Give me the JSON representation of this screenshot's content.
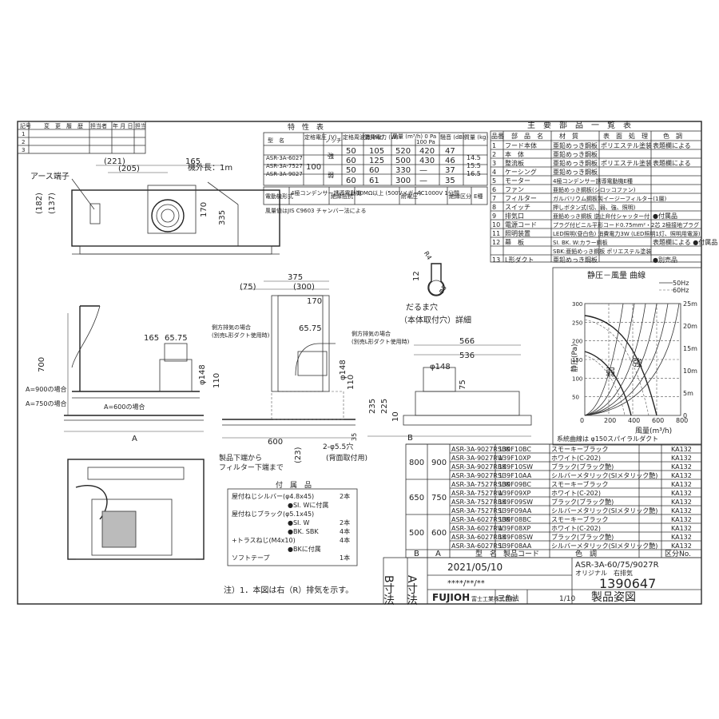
{
  "revision_block": {
    "headers": [
      "記号",
      "変　更　履　歴",
      "担当者",
      "年 月 日",
      "担当"
    ],
    "rows": [
      "1",
      "2",
      "3"
    ]
  },
  "spec_table": {
    "title": "特　性　表",
    "headers": [
      "型　名",
      "定格電圧 (V)",
      "ノッチ",
      "定格周波数 (Hz)",
      "消費電力 (W)",
      "風量 (m³/h) 0 Pa",
      "100 Pa",
      "騒音 (dB)",
      "質量 (kg)"
    ],
    "models": [
      "ASR-3A-6027",
      "ASR-3A-7527",
      "ASR-3A-9027"
    ],
    "voltage": "100",
    "notch_strong": "強",
    "notch_weak": "弱",
    "rows": [
      [
        "50",
        "105",
        "520",
        "420",
        "47"
      ],
      [
        "60",
        "125",
        "500",
        "430",
        "46"
      ],
      [
        "50",
        "60",
        "330",
        "—",
        "37"
      ],
      [
        "60",
        "61",
        "300",
        "—",
        "35"
      ]
    ],
    "mass": [
      "14.5",
      "15.5",
      "16.5"
    ],
    "footer": [
      "電動機形式",
      "4極コンデンサー誘導電動機",
      "絶縁抵抗",
      "10MΩ以上 (500Vメガー)",
      "耐電圧",
      "AC1000V 1分間",
      "絶縁区分",
      "E種"
    ],
    "note": "風量値はJIS C9603 チャンバー法による"
  },
  "parts_table": {
    "title": "主　要　部　品　一　覧　表",
    "headers": [
      "品番",
      "部　品　名",
      "材　質",
      "表　面　処　理",
      "色　調"
    ],
    "rows": [
      [
        "1",
        "フード本体",
        "亜鉛めっき鋼板",
        "ポリエステル塗装",
        "表題欄による"
      ],
      [
        "2",
        "本　体",
        "亜鉛めっき鋼板",
        "",
        ""
      ],
      [
        "3",
        "整流板",
        "亜鉛めっき鋼板",
        "ポリエステル塗装",
        "表題欄による"
      ],
      [
        "4",
        "ケーシング",
        "亜鉛めっき鋼板",
        "",
        ""
      ],
      [
        "5",
        "モーター",
        "4極コンデンサー誘導電動機E種",
        "",
        ""
      ],
      [
        "6",
        "ファン",
        "亜鉛めっき鋼板(シロッコファン)",
        "",
        ""
      ],
      [
        "7",
        "フィルター",
        "ガルバリウム鋼板製イージーフィルター(1層)",
        "",
        ""
      ],
      [
        "8",
        "スイッチ",
        "押しボタン式(切、弱、強、照明)",
        "",
        ""
      ],
      [
        "9",
        "排気口",
        "亜鉛めっき鋼板 逆止弁付シャッター付",
        "",
        "●付属品"
      ],
      [
        "10",
        "電源コード",
        "プラグ付ビニル平形コード0.75mm²・2芯 2極接地プラグ",
        "",
        ""
      ],
      [
        "11",
        "照明装置",
        "LED照明(昼白色) 消費電力3W (LED照明1灯、照明用電源)",
        "",
        ""
      ],
      [
        "12a",
        "幕　板",
        "SI. BK. W:カラー鋼板",
        "",
        "表題欄による ●付属品"
      ],
      [
        "12b",
        "",
        "SBK:亜鉛めっき鋼板 ポリエステル塗装",
        "",
        ""
      ],
      [
        "13",
        "L形ダクト",
        "亜鉛めっき鋼板",
        "",
        "●別売品"
      ]
    ]
  },
  "curve": {
    "title": "静圧－風量 曲線",
    "legend": [
      "50Hz",
      "60Hz"
    ],
    "ylabel": "静圧(Pa)",
    "xlabel": "風量(m³/h)",
    "yticks": [
      "0",
      "5m",
      "10m",
      "15m",
      "20m",
      "25m"
    ],
    "yvals": [
      "50",
      "100",
      "150",
      "200",
      "250",
      "300"
    ],
    "xticks": [
      "0",
      "200",
      "400",
      "600",
      "800"
    ],
    "labels": [
      "弱",
      "強"
    ],
    "note": "系統曲線は φ150スパイラルダクト"
  },
  "dims": {
    "top": [
      "(221)",
      "(205)",
      "165",
      "(182)",
      "(137)",
      "170",
      "335"
    ],
    "earth": "アース端子",
    "cord": "機外長：1m",
    "side": [
      "700",
      "A=900の場合",
      "A=750の場合",
      "A=600の場合",
      "A",
      "165",
      "65.75",
      "φ148",
      "110"
    ],
    "center": [
      "375",
      "(75)",
      "(300)",
      "170",
      "65.75",
      "φ148",
      "110",
      "35",
      "600",
      "(23)"
    ],
    "center_notes": [
      "側方排気の場合",
      "(別売L形ダクト使用時)"
    ],
    "right": [
      "566",
      "536",
      "φ148",
      "75",
      "235",
      "225",
      "10",
      "B"
    ],
    "right_notes": [
      "側方排気の場合",
      "(別売L形ダクト使用時)"
    ],
    "hole": [
      "だるま穴",
      "（本体取付穴）詳細",
      "R4",
      "12",
      "φ8",
      "2-φ5.5穴",
      "(背面取付用)"
    ],
    "filter_note": [
      "製品下端から",
      "フィルター下端まで"
    ]
  },
  "accessories": {
    "title": "付　属　品",
    "items": [
      [
        "屋付ねじシルバー(φ4.8x45)",
        "2本"
      ],
      [
        "●SI. Wに付属",
        ""
      ],
      [
        "屋付ねじブラック(φ5.1x45)",
        ""
      ],
      [
        "●SI. W",
        "2本"
      ],
      [
        "●BK. SBK",
        "4本"
      ],
      [
        "+トラスねじ(M4x10)",
        "4本"
      ],
      [
        "●BKに付属",
        ""
      ],
      [
        "ソフトテープ",
        "1本"
      ]
    ]
  },
  "note": "注）1．本図は右（R）排気を示す。",
  "model_table": {
    "rows": [
      [
        "800",
        "900",
        "ASR-3A-9027RSBK",
        "139F10BC",
        "スモーキーブラック",
        "KA132"
      ],
      [
        "",
        "",
        "ASR-3A-9027RW",
        "139F10XP",
        "ホワイト(C-202)",
        "KA132"
      ],
      [
        "",
        "",
        "ASR-3A-9027RBK",
        "139F10SW",
        "ブラック(ブラック艶)",
        "KA132"
      ],
      [
        "",
        "",
        "ASR-3A-9027RSI",
        "139F10AA",
        "シルバーメタリック(SIメタリック艶)",
        "KA132"
      ],
      [
        "650",
        "750",
        "ASR-3A-7527RSBK",
        "139F09BC",
        "スモーキーブラック",
        "KA132"
      ],
      [
        "",
        "",
        "ASR-3A-7527RW",
        "139F09XP",
        "ホワイト(C-202)",
        "KA132"
      ],
      [
        "",
        "",
        "ASR-3A-7527RBK",
        "139F09SW",
        "ブラック(ブラック艶)",
        "KA132"
      ],
      [
        "",
        "",
        "ASR-3A-7527RSI",
        "139F09AA",
        "シルバーメタリック(SIメタリック艶)",
        "KA132"
      ],
      [
        "500",
        "600",
        "ASR-3A-6027RSBK",
        "139F08BC",
        "スモーキーブラック",
        "KA132"
      ],
      [
        "",
        "",
        "ASR-3A-6027RW",
        "139F08XP",
        "ホワイト(C-202)",
        "KA132"
      ],
      [
        "",
        "",
        "ASR-3A-6027RBK",
        "139F08SW",
        "ブラック(ブラック艶)",
        "KA132"
      ],
      [
        "",
        "",
        "ASR-3A-6027RSI",
        "139F08AA",
        "シルバーメタリック(SIメタリック艶)",
        "KA132"
      ]
    ],
    "headers": [
      "B",
      "A",
      "型　名",
      "製品コード",
      "色　調",
      "区分No."
    ]
  },
  "title_block": {
    "b_dim": "B寸法",
    "a_dim": "A寸法",
    "date": "2021/05/10",
    "stars": "****/**/**",
    "model": "ASR-3A-60/75/9027R",
    "sub": "オリジナル　右排気",
    "number": "1390647",
    "brand": "FUJIOH",
    "company": "富士工業株式会社",
    "projection": "三角法",
    "scale": "1/10",
    "doc": "製品姿図"
  }
}
